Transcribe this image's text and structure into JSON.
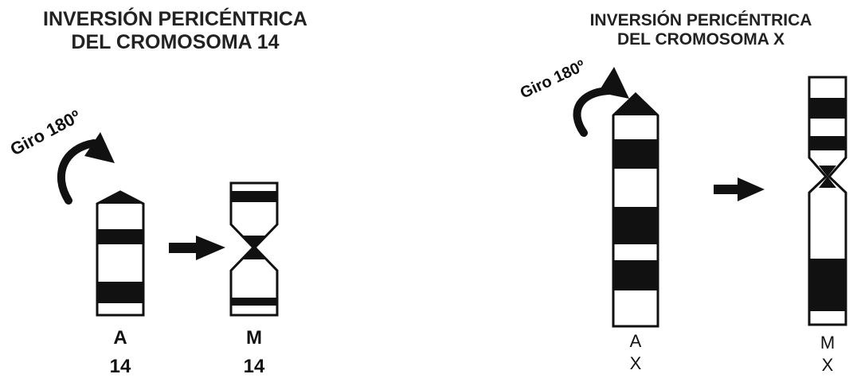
{
  "left_panel": {
    "title_line1": "INVERSIÓN PERICÉNTRICA",
    "title_line2": "DEL CROMOSOMA 14",
    "rotation_label": "Giro 180º",
    "before": {
      "label": "A",
      "chromosome": "14"
    },
    "after": {
      "label": "M",
      "chromosome": "14"
    }
  },
  "right_panel": {
    "title_line1": "INVERSIÓN PERICÉNTRICA",
    "title_line2": "DEL CROMOSOMA X",
    "rotation_label": "Giro 180º",
    "before": {
      "label": "A",
      "chromosome": "X"
    },
    "after": {
      "label": "M",
      "chromosome": "X"
    }
  },
  "colors": {
    "ink": "#111111",
    "paper": "#ffffff",
    "title": "#222222"
  }
}
